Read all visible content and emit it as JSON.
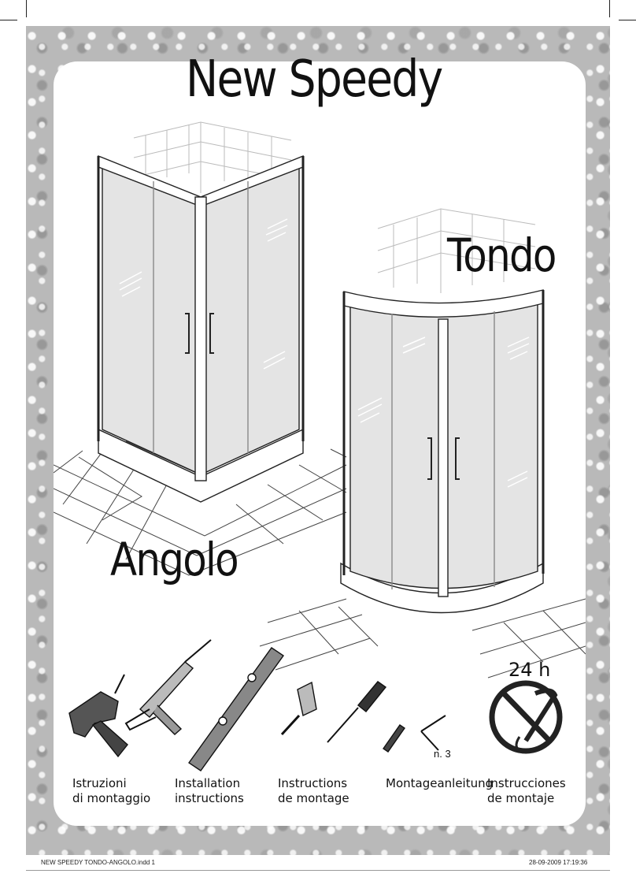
{
  "document": {
    "title": "New Speedy",
    "models": [
      "Tondo",
      "Angolo"
    ]
  },
  "tools": [
    {
      "name": "drill-icon"
    },
    {
      "name": "silicone-gun-icon"
    },
    {
      "name": "spirit-level-icon"
    },
    {
      "name": "tape-measure-icon"
    },
    {
      "name": "screwdriver-icon"
    },
    {
      "name": "pencil-icon"
    },
    {
      "name": "allen-key-icon"
    },
    {
      "name": "no-shower-icon"
    }
  ],
  "allen_key_quantity": "n. 3",
  "wait_time": "24 h",
  "captions": [
    {
      "line1": "Istruzioni",
      "line2": "di montaggio"
    },
    {
      "line1": "Installation",
      "line2": "instructions"
    },
    {
      "line1": "Instructions",
      "line2": "de montage"
    },
    {
      "line1": "Montageanleitung",
      "line2": ""
    },
    {
      "line1": "Instrucciones",
      "line2": "de montaje"
    }
  ],
  "footer": {
    "file": "NEW SPEEDY TONDO-ANGOLO.indd   1",
    "timestamp": "28-09-2009   17:19:36"
  },
  "colors": {
    "background_texture": "#b9b9b9",
    "panel": "#ffffff",
    "glass": "#e2e2e2",
    "line": "#222222"
  }
}
